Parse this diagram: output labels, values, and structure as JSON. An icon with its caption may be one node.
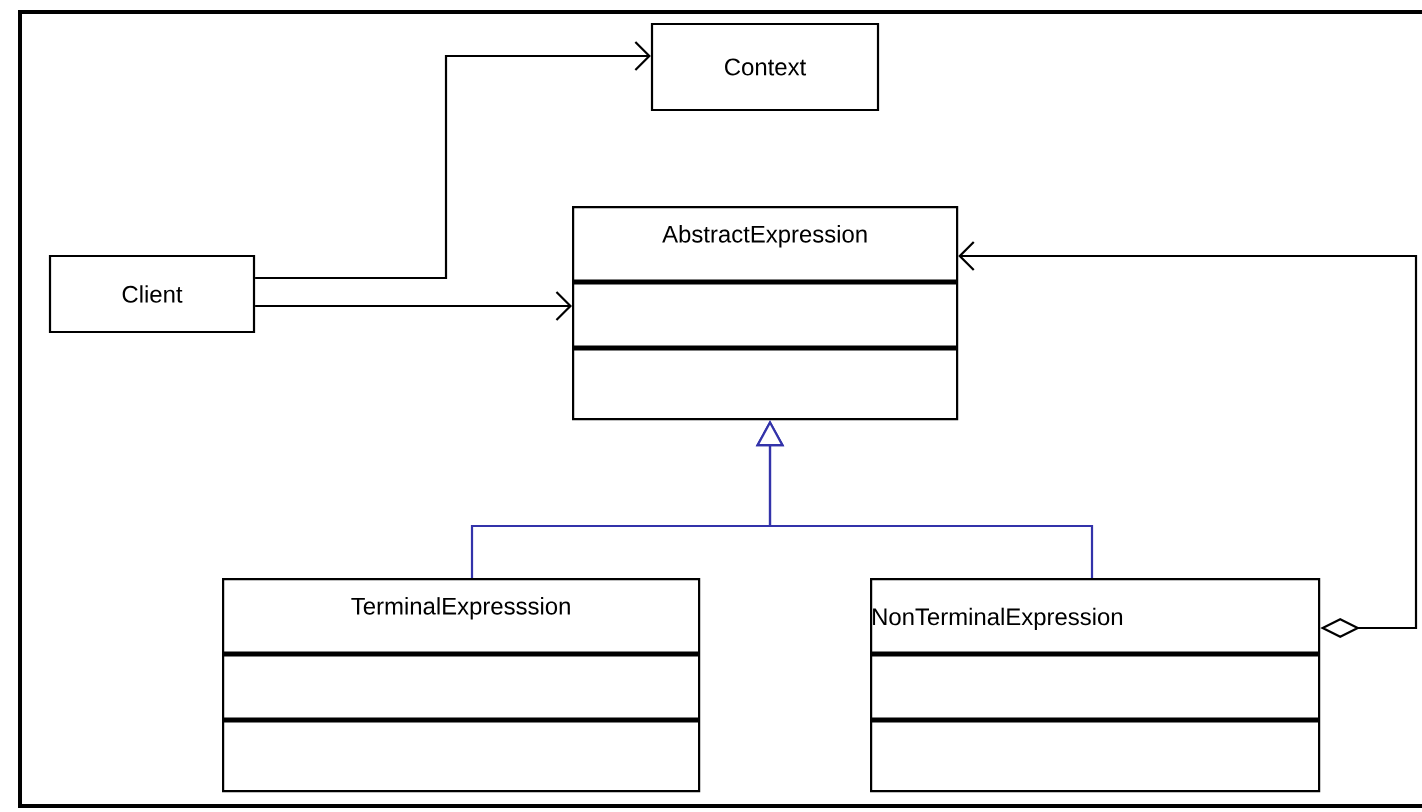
{
  "diagram": {
    "nodes": [
      {
        "text": [
          "Context"
        ]
      },
      {
        "text": [
          "Client"
        ]
      },
      {
        "text": [
          "AbstractExpression"
        ]
      },
      {
        "text": [
          "TerminalExpresssion"
        ]
      },
      {
        "text": [
          "NonTerminalExpression"
        ]
      }
    ],
    "edges": [
      {
        "from": 1,
        "to": 0,
        "arrow": "to"
      },
      {
        "from": 1,
        "to": 2,
        "arrow": "to"
      },
      {
        "from": 3,
        "to": 2,
        "arrow": "to",
        "color": "#3333aa"
      },
      {
        "from": 4,
        "to": 2,
        "arrow": "to",
        "color": "#3333aa"
      },
      {
        "from": 4,
        "to": 2,
        "arrow": "to"
      }
    ]
  }
}
